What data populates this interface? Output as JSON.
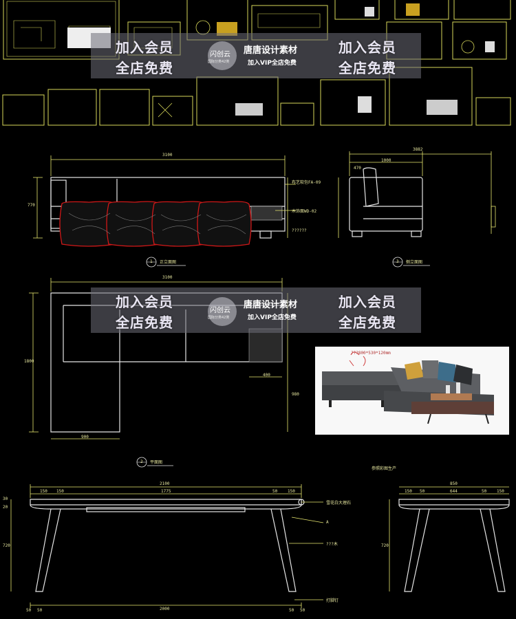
{
  "watermarks": [
    {
      "left_cta_top": "加入会员",
      "left_cta_bottom": "全店免费",
      "logo_text": "闪创云",
      "logo_sub": "国际分类42类",
      "brand_title": "唐唐设计素材",
      "brand_sub": "加入VIP全店免费",
      "right_cta_top": "加入会员",
      "right_cta_bottom": "全店免费"
    },
    {
      "left_cta_top": "加入会员",
      "left_cta_bottom": "全店免费",
      "logo_text": "闪创云",
      "logo_sub": "国际分类42类",
      "brand_title": "唐唐设计素材",
      "brand_sub": "加入VIP全店免费",
      "right_cta_top": "加入会员",
      "right_cta_bottom": "全店免费"
    }
  ],
  "drawing": {
    "front_elevation": {
      "overall_width": "3100",
      "height_label": "770",
      "note_fabric": "布艺软包FA-09",
      "note_wood": "木饰面WD-02",
      "note_marks": "??????",
      "caption_num": "1",
      "caption": "正立面图"
    },
    "side_elevation": {
      "overall_depth": "3882",
      "seat_depth": "1000",
      "back_label": "470",
      "caption_num": "3",
      "caption": "侧立面图"
    },
    "plan": {
      "overall_width": "3100",
      "depth_label": "1800",
      "chaise_width": "900",
      "table_width": "400",
      "right_dim": "980",
      "caption_num": "2",
      "caption": "平面图"
    },
    "photo_caption": "参照彩图生产",
    "photo_dim_note": "???800*530*120mm",
    "table_front": {
      "overall": "2100",
      "segments": [
        "150",
        "150",
        "1775",
        "50",
        "150"
      ],
      "bottom_overall": "2000",
      "bottom_left": [
        "50",
        "50"
      ],
      "bottom_right": [
        "50",
        "50"
      ],
      "height_label": "720",
      "top_label": "30",
      "apron_label": "20",
      "note_marble": "雪花白大理石",
      "note_a": "A",
      "note_wood": "???木",
      "note_foot": "打脚钉"
    },
    "table_side": {
      "overall": "850",
      "segments": [
        "150",
        "50",
        "644",
        "50",
        "150"
      ],
      "height_label": "720"
    }
  },
  "colors": {
    "background": "#000000",
    "line_yellow": "#e8e870",
    "line_white": "#e6e6e6",
    "line_red": "#d01818",
    "text_cad": "#e8e8a0"
  }
}
